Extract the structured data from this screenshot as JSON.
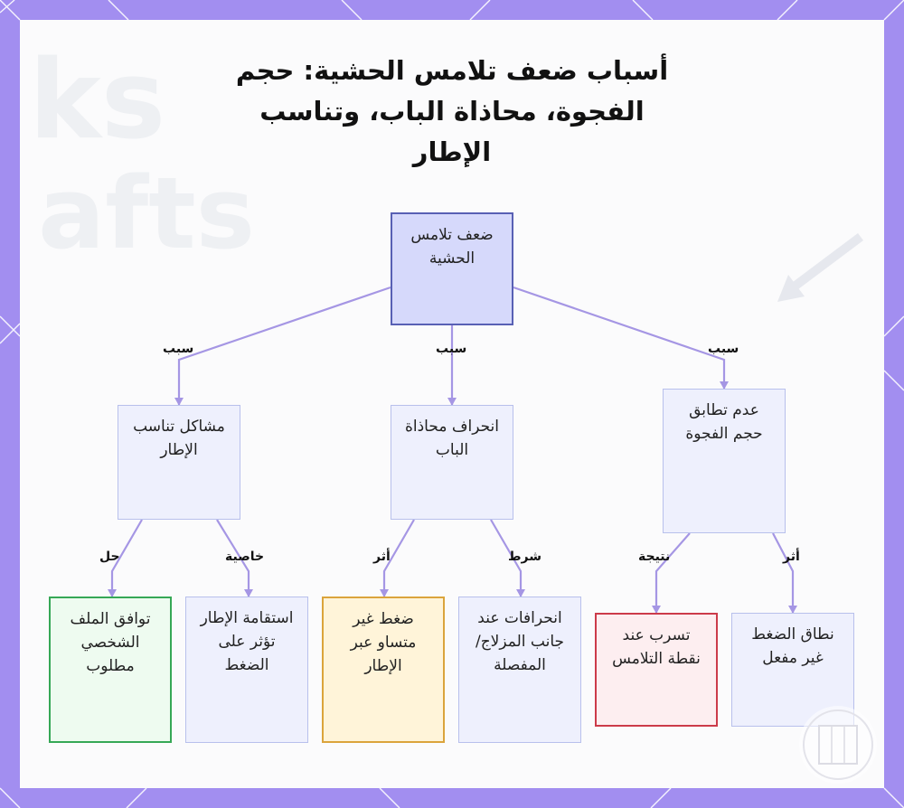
{
  "diagram": {
    "title": "أسباب ضعف تلامس الحشية: حجم الفجوة، محاذاة الباب، وتناسب الإطار",
    "nodes": {
      "root": "ضعف تلامس الحشية",
      "gap": "عدم تطابق حجم الفجوة",
      "door": "انحراف محاذاة الباب",
      "frame": "مشاكل تناسب الإطار",
      "gap_effect": "نطاق الضغط غير مفعل",
      "gap_result": "تسرب عند نقطة التلامس",
      "door_condition": "انحرافات عند جانب المزلاج/ المفصلة",
      "door_effect": "ضغط غير متساو عبر الإطار",
      "frame_property": "استقامة الإطار تؤثر على الضغط",
      "frame_solution": "توافق الملف الشخصي مطلوب"
    },
    "edges": {
      "cause_gap": "سبب",
      "cause_door": "سبب",
      "cause_frame": "سبب",
      "gap_effect": "أثر",
      "gap_result": "نتيجة",
      "door_condition": "شرط",
      "door_effect": "أثر",
      "frame_property": "خاصية",
      "frame_solution": "حل"
    },
    "colors": {
      "frame_background": "#a28ef0",
      "edge_line": "#a596e4",
      "root_fill": "#d6d9fb",
      "default_fill": "#eef0fd",
      "solution_border": "#36a856",
      "effect_border": "#dba43c",
      "result_border": "#cc3b4a"
    }
  }
}
